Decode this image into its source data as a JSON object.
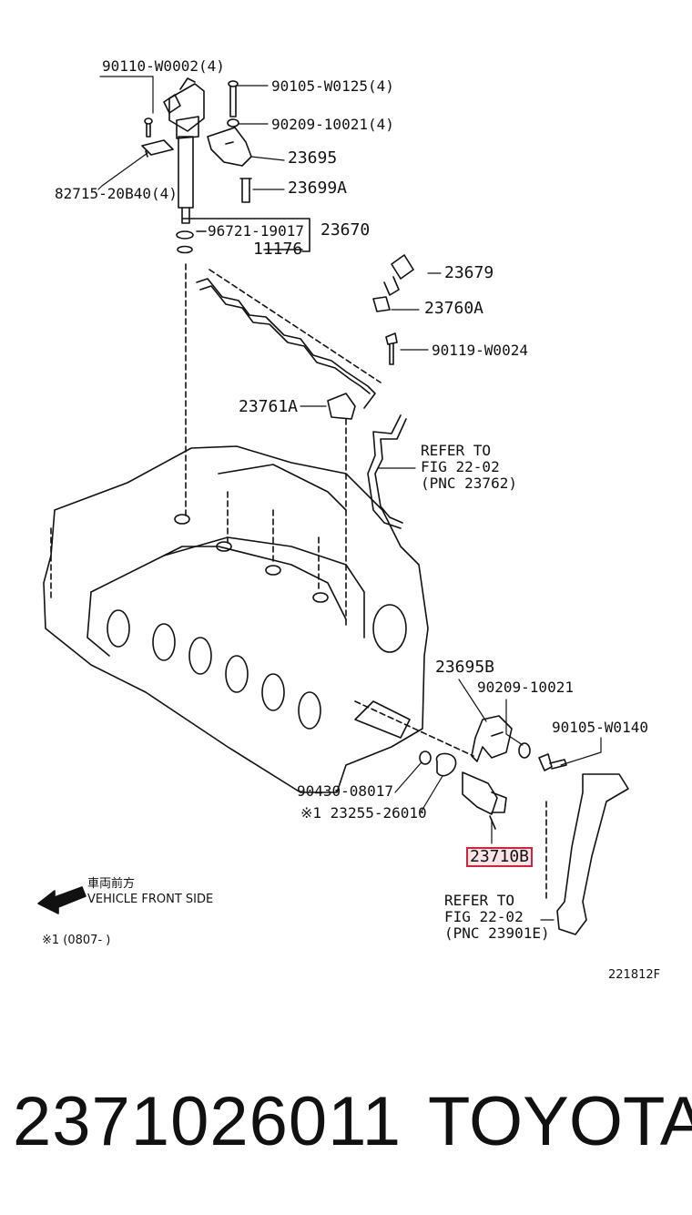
{
  "labels": {
    "p90110": "90110-W0002(4)",
    "p90105a": "90105-W0125(4)",
    "p90209a": "90209-10021(4)",
    "p23695": "23695",
    "p82715": "82715-20B40(4)",
    "p23699a": "23699A",
    "p96721": "96721-19017",
    "p23670": "23670",
    "p11176": "11176",
    "p23679": "23679",
    "p23760a": "23760A",
    "p90119": "90119-W0024",
    "p23761a": "23761A",
    "ref1_l1": "REFER TO",
    "ref1_l2": "FIG 22-02",
    "ref1_l3": "(PNC 23762)",
    "p23695b": "23695B",
    "p90209b": "90209-10021",
    "p90105b": "90105-W0140",
    "p90430": "90430-08017",
    "p23255": "※1 23255-26010",
    "p23710b": "23710B",
    "ref2_l1": "REFER TO",
    "ref2_l2": "FIG 22-02",
    "ref2_l3": "(PNC 23901E)",
    "front_jp": "車両前方",
    "front_en": "VEHICLE FRONT SIDE",
    "note1": "※1 (0807-    )",
    "fig_no": "221812F"
  },
  "footer": {
    "part_number": "2371026011",
    "brand": "TOYOTA"
  },
  "colors": {
    "highlight_border": "#d0243a",
    "highlight_fill": "#fbe3e6",
    "ink": "#111111"
  }
}
